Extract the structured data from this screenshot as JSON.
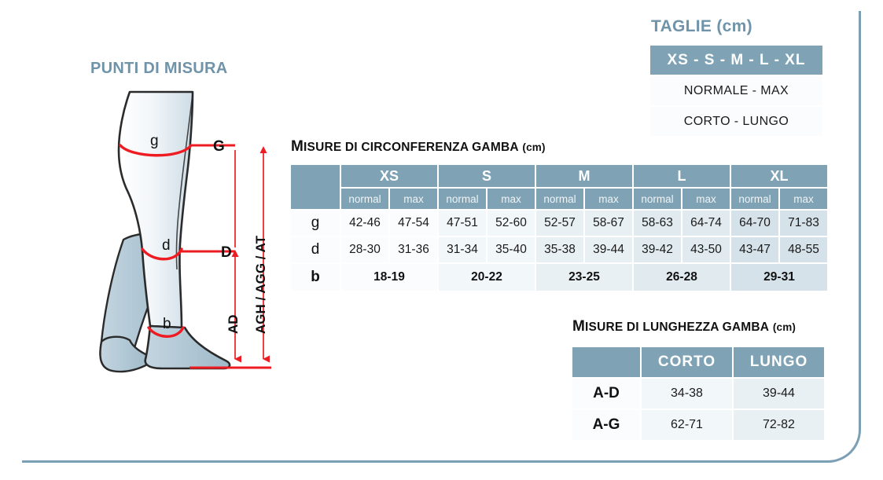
{
  "frame": {
    "accent_color": "#7c9fb4"
  },
  "headings": {
    "punti_di_misura": "PUNTI DI MISURA",
    "taglie": "TAGLIE (cm)",
    "heading_color": "#6f93a8"
  },
  "taglie_table": {
    "header": "XS - S - M - L - XL",
    "rows": [
      "NORMALE - MAX",
      "CORTO - LUNGO"
    ]
  },
  "circumference_table": {
    "title_big": "M",
    "title_caps": "ISURE DI CIRCONFERENZA GAMBA",
    "title_unit": "(cm)",
    "sizes": [
      "XS",
      "S",
      "M",
      "L",
      "XL"
    ],
    "sub_headers": [
      "normal",
      "max"
    ],
    "row_labels": [
      "g",
      "d",
      "b"
    ],
    "rows": [
      {
        "label": "g",
        "values": [
          "42-46",
          "47-54",
          "47-51",
          "52-60",
          "52-57",
          "58-67",
          "58-63",
          "64-74",
          "64-70",
          "71-83"
        ]
      },
      {
        "label": "d",
        "values": [
          "28-30",
          "31-36",
          "31-34",
          "35-40",
          "35-38",
          "39-44",
          "39-42",
          "43-50",
          "43-47",
          "48-55"
        ]
      }
    ],
    "merged_row": {
      "label": "b",
      "values": [
        "18-19",
        "20-22",
        "23-25",
        "26-28",
        "29-31"
      ]
    }
  },
  "length_table": {
    "title_big": "M",
    "title_caps": "ISURE DI LUNGHEZZA GAMBA",
    "title_unit": "(cm)",
    "columns": [
      "CORTO",
      "LUNGO"
    ],
    "rows": [
      {
        "label": "A-D",
        "values": [
          "34-38",
          "39-44"
        ]
      },
      {
        "label": "A-G",
        "values": [
          "62-71",
          "72-82"
        ]
      }
    ]
  },
  "diagram": {
    "circ_labels": {
      "thigh": "g",
      "calf": "d",
      "ankle": "b"
    },
    "point_labels": {
      "top": "G",
      "mid": "D"
    },
    "length_labels": {
      "inner": "AD",
      "outer": "AGH / AGG / AT"
    },
    "measure_color": "#ee1c22",
    "leg_fill": "#9fbac9"
  }
}
